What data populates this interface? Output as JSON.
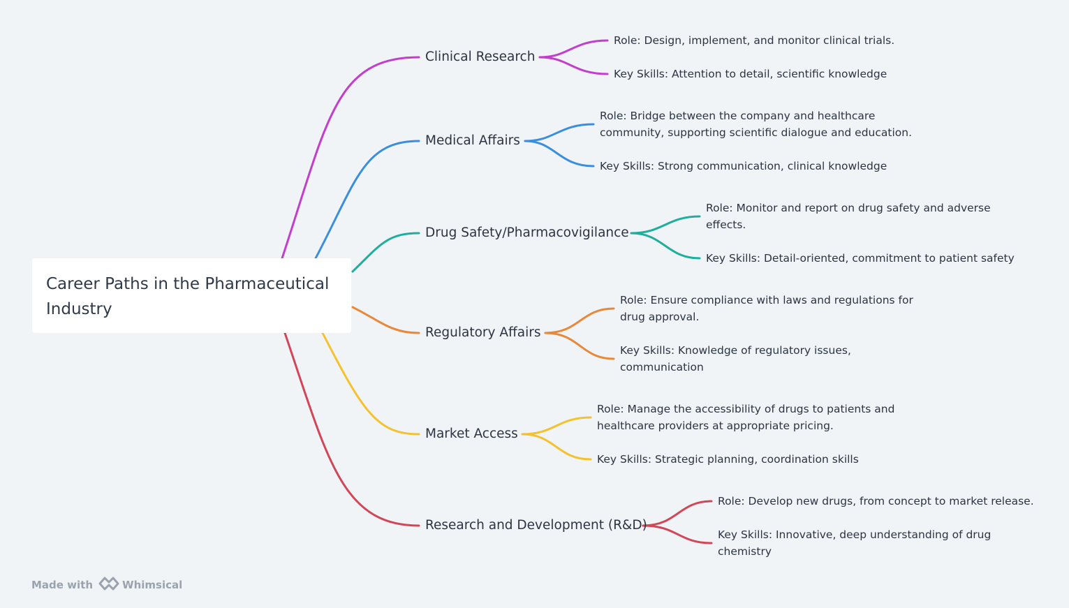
{
  "root": {
    "label": "Career Paths in the Pharmaceutical Industry"
  },
  "branches": [
    {
      "label": "Clinical Research",
      "color": "#c23ecb",
      "children": [
        "Role: Design, implement, and monitor clinical trials.",
        "Key Skills: Attention to detail, scientific knowledge"
      ]
    },
    {
      "label": "Medical Affairs",
      "color": "#3a8ee0",
      "children": [
        "Role: Bridge between the company and healthcare community, supporting scientific dialogue and education.",
        "Key Skills: Strong communication, clinical knowledge"
      ]
    },
    {
      "label": "Drug Safety/Pharmacovigilance",
      "color": "#1fae9c",
      "children": [
        "Role: Monitor and report on drug safety and adverse effects.",
        "Key Skills: Detail-oriented, commitment to patient safety"
      ]
    },
    {
      "label": "Regulatory Affairs",
      "color": "#e8883a",
      "children": [
        "Role: Ensure compliance with laws and regulations for drug approval.",
        "Key Skills: Knowledge of regulatory issues, communication"
      ]
    },
    {
      "label": "Market Access",
      "color": "#f3c22e",
      "children": [
        "Role: Manage the accessibility of drugs to patients and healthcare providers at appropriate pricing.",
        "Key Skills: Strategic planning, coordination skills"
      ]
    },
    {
      "label": "Research and Development (R&D)",
      "color": "#d24657",
      "children": [
        "Role: Develop new drugs, from concept to market release.",
        "Key Skills: Innovative, deep understanding of drug chemistry"
      ]
    }
  ],
  "footer": {
    "made_with": "Made with",
    "brand": "Whimsical",
    "logo_icon": "whimsical-logo-icon"
  }
}
